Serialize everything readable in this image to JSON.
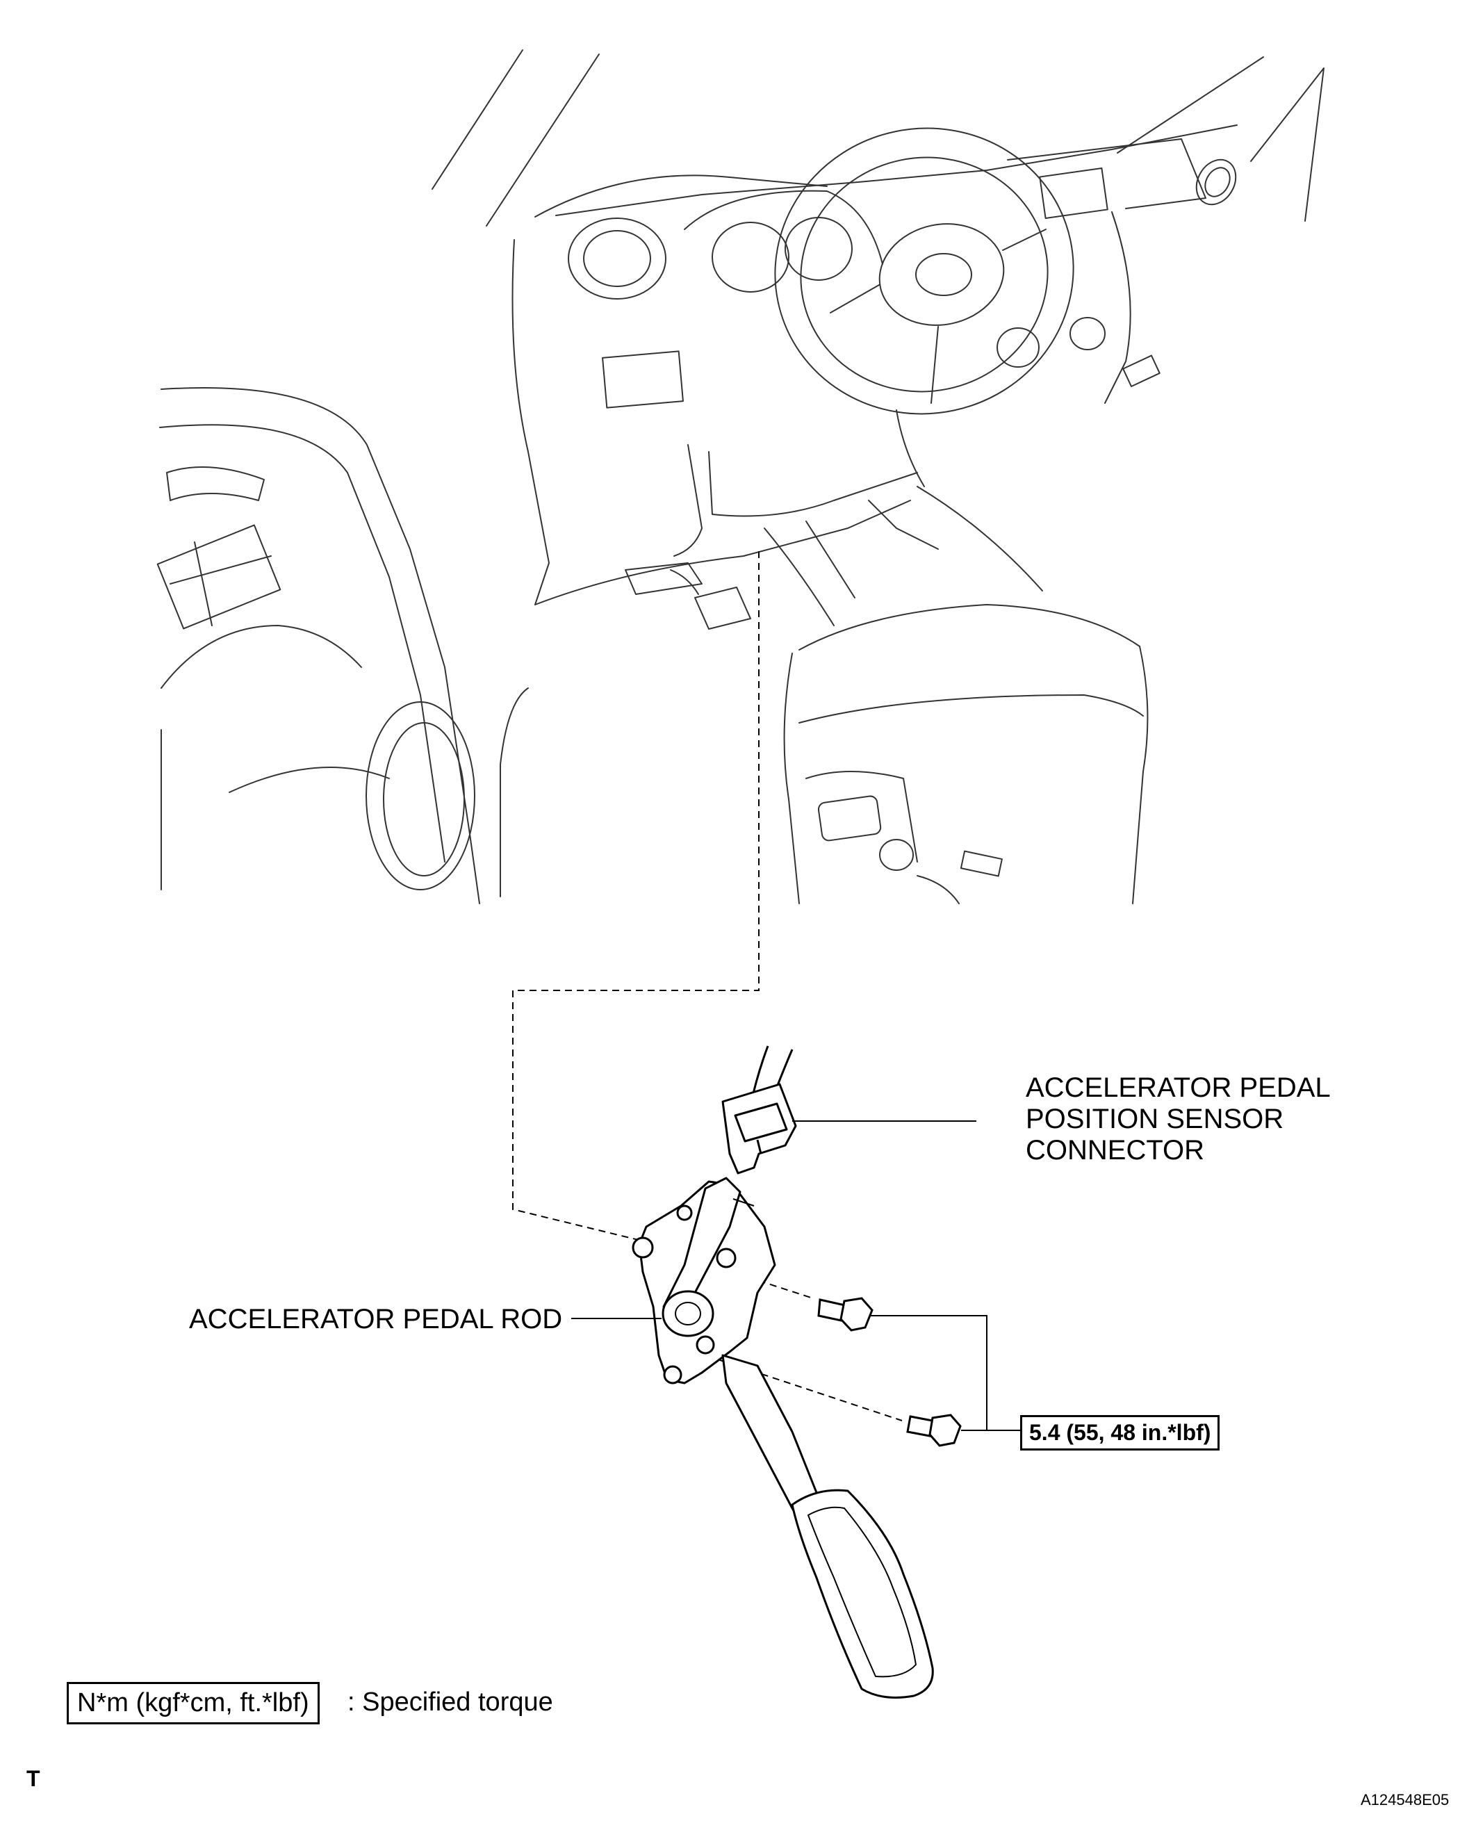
{
  "figure": {
    "callouts": {
      "sensor_connector": [
        "ACCELERATOR PEDAL",
        "POSITION SENSOR",
        "CONNECTOR"
      ],
      "pedal_rod": "ACCELERATOR PEDAL ROD",
      "torque_value": "5.4 (55, 48 in.*lbf)"
    },
    "legend": {
      "box_text": "N*m (kgf*cm, ft.*lbf)",
      "description": ": Specified torque"
    },
    "corner_mark": "T",
    "figure_id": "A124548E05"
  },
  "colors": {
    "ink": "#000000",
    "background": "#ffffff",
    "sketch": "#333333"
  }
}
